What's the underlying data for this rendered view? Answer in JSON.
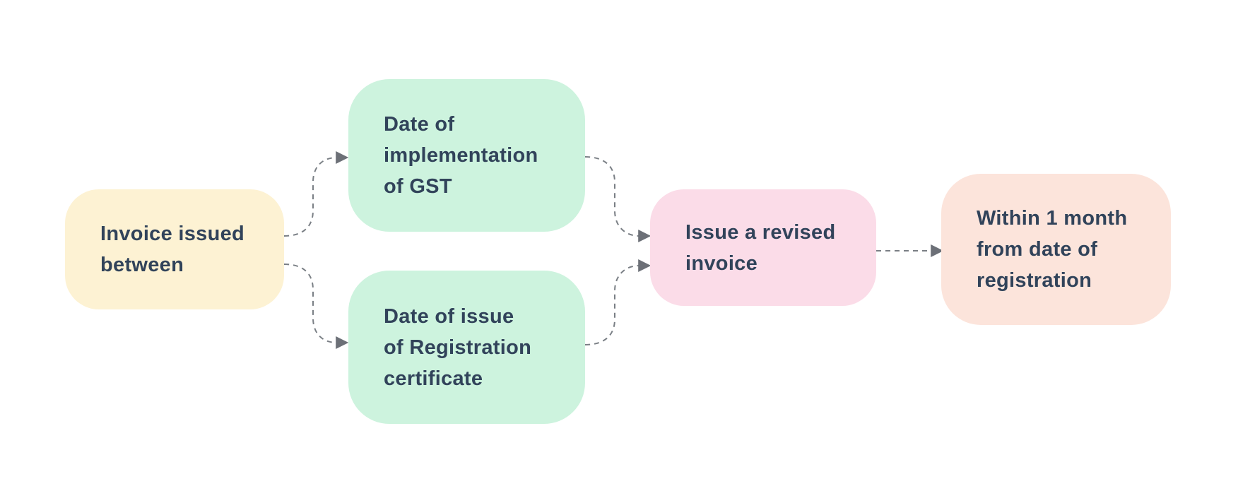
{
  "diagram": {
    "type": "flowchart",
    "nodes": [
      {
        "id": "invoice-issued-between",
        "label": "Invoice issued\nbetween",
        "color": "#FDF2D3"
      },
      {
        "id": "date-of-implementation-of-gst",
        "label": "Date of\nimplementation\nof GST",
        "color": "#CDF3DE"
      },
      {
        "id": "date-of-issue-of-registration-certificate",
        "label": "Date of issue\nof Registration\ncertificate",
        "color": "#CDF3DE"
      },
      {
        "id": "issue-a-revised-invoice",
        "label": "Issue a revised\ninvoice",
        "color": "#FBDCE8"
      },
      {
        "id": "within-1-month-from-date-of-registration",
        "label": "Within 1 month\nfrom date of\nregistration",
        "color": "#FCE4DB"
      }
    ],
    "edges": [
      {
        "from": "invoice-issued-between",
        "to": "date-of-implementation-of-gst",
        "style": "dashed-arrow"
      },
      {
        "from": "invoice-issued-between",
        "to": "date-of-issue-of-registration-certificate",
        "style": "dashed-arrow"
      },
      {
        "from": "date-of-implementation-of-gst",
        "to": "issue-a-revised-invoice",
        "style": "dashed-arrow"
      },
      {
        "from": "date-of-issue-of-registration-certificate",
        "to": "issue-a-revised-invoice",
        "style": "dashed-arrow"
      },
      {
        "from": "issue-a-revised-invoice",
        "to": "within-1-month-from-date-of-registration",
        "style": "dashed-arrow"
      }
    ],
    "colors": {
      "background": "#FFFFFF",
      "text": "#31435A",
      "connector": "#7A7F85",
      "arrowhead": "#6C7077",
      "node_yellow": "#FDF2D3",
      "node_green": "#CDF3DE",
      "node_pink": "#FBDCE8",
      "node_peach": "#FCE4DB"
    }
  }
}
